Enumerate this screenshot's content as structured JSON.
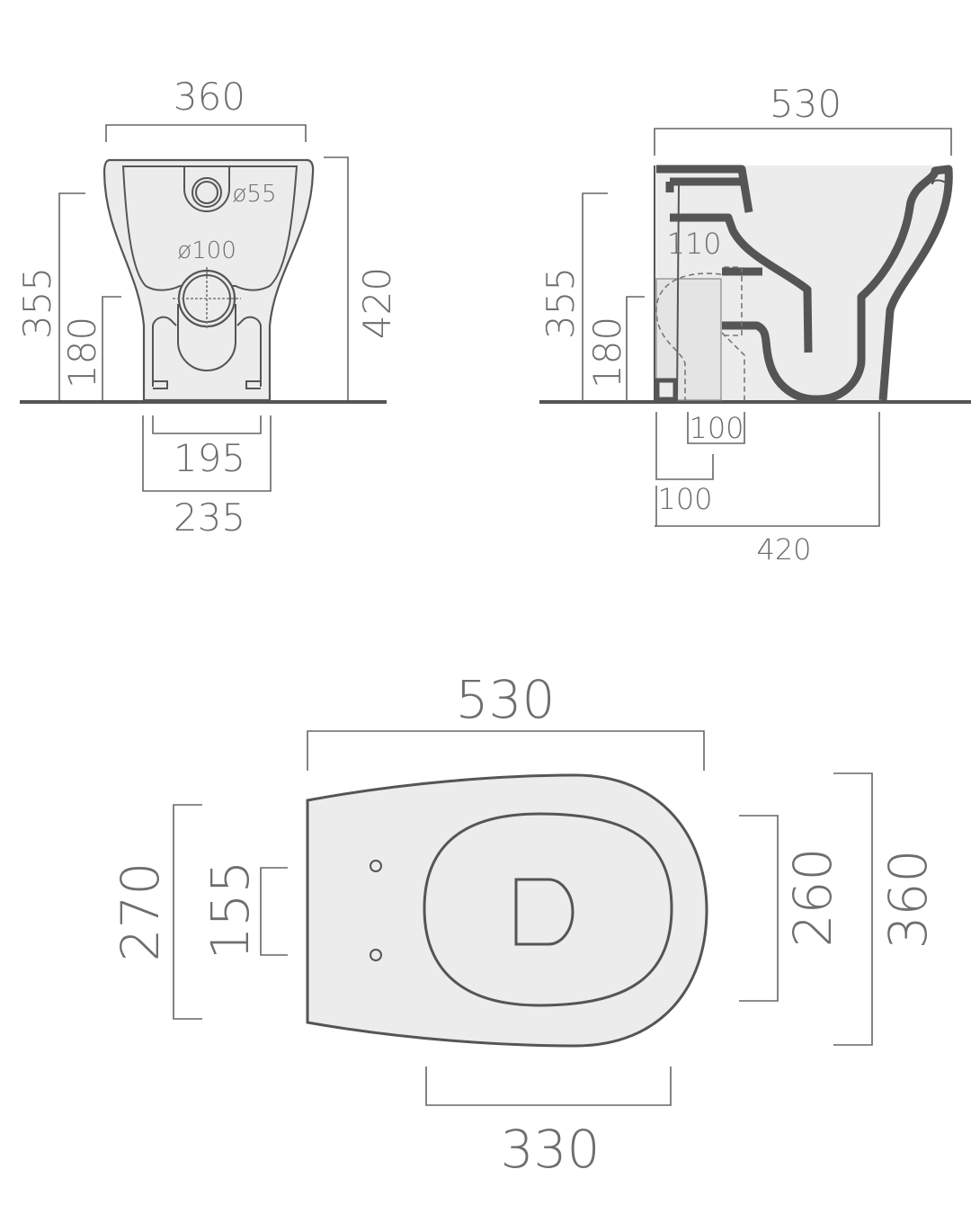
{
  "front_view": {
    "width_top": "360",
    "outlet_small": "ø55",
    "outlet_large": "ø100",
    "height_inlet": "355",
    "height_outlet": "180",
    "height_total": "420",
    "base_inner": "195",
    "base_outer": "235"
  },
  "side_view": {
    "length": "530",
    "height_inlet": "355",
    "height_outlet": "180",
    "pipe_label": "110",
    "outlet_width": "100",
    "outlet_offset": "100",
    "base_length": "420"
  },
  "top_view": {
    "length": "530",
    "width_rear": "270",
    "fixing_spacing": "155",
    "seat_width": "260",
    "width_total": "360",
    "seat_length": "330"
  },
  "colors": {
    "line": "#555555",
    "fill": "#ececec",
    "text": "#6e6e6e"
  }
}
